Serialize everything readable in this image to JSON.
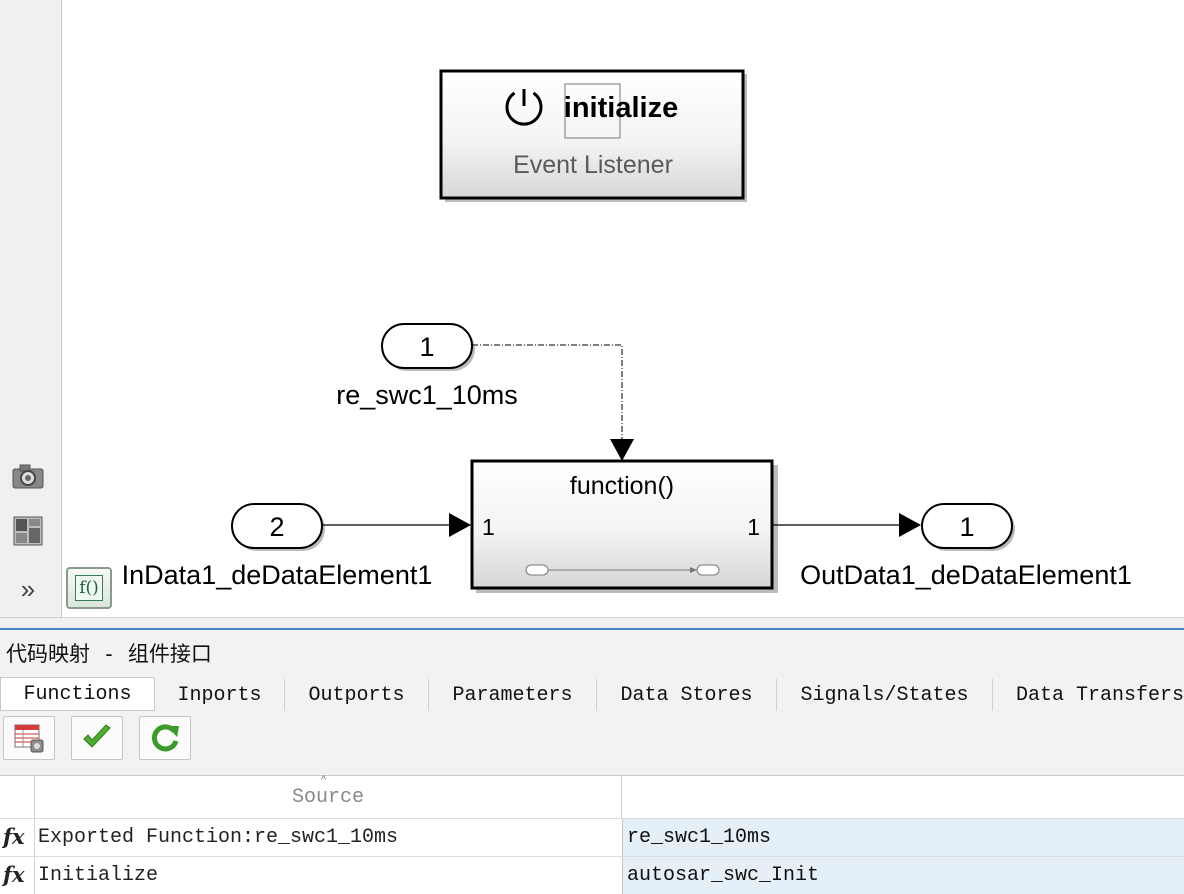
{
  "canvas": {
    "event_block": {
      "title": "initialize",
      "subtitle": "Event Listener"
    },
    "inport_trigger": {
      "number": "1",
      "label": "re_swc1_10ms"
    },
    "inport_data": {
      "number": "2",
      "label": "InData1_deDataElement1"
    },
    "function_block": {
      "title": "function()",
      "in_port": "1",
      "out_port": "1"
    },
    "outport": {
      "number": "1",
      "label": "OutData1_deDataElement1"
    },
    "badge_label": "f()"
  },
  "left_strip": {
    "icons": [
      "camera-icon",
      "layout-icon",
      "expand-chevrons-icon"
    ],
    "expand_glyph": "»"
  },
  "panel": {
    "title": "代码映射 - 组件接口",
    "tabs": [
      "Functions",
      "Inports",
      "Outports",
      "Parameters",
      "Data Stores",
      "Signals/States",
      "Data Transfers"
    ],
    "active_tab": "Functions",
    "toolbar": [
      "table-config-icon",
      "validate-check-icon",
      "refresh-icon"
    ],
    "table": {
      "columns": [
        "Source",
        ""
      ],
      "rows": [
        {
          "icon": "fx",
          "source": "Exported Function:re_swc1_10ms",
          "value": "re_swc1_10ms"
        },
        {
          "icon": "fx",
          "source": "Initialize",
          "value": "autosar_swc_Init"
        }
      ]
    }
  }
}
